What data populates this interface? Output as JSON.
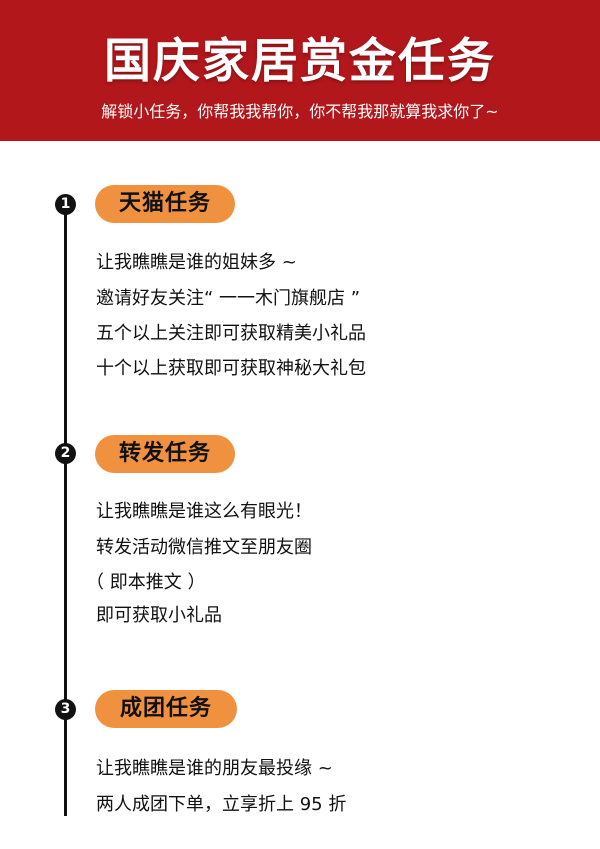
{
  "header": {
    "title": "国庆家居赏金任务",
    "subtitle": "解锁小任务，你帮我我帮你，你不帮我那就算我求你了~",
    "background_color": "#b2171b"
  },
  "tasks": [
    {
      "number": "1",
      "title": "天猫任务",
      "lines": [
        "让我瞧瞧是谁的姐妹多 ~",
        "邀请好友关注“ 一一木门旗舰店 ”",
        "五个以上关注即可获取精美小礼品",
        "十个以上获取即可获取神秘大礼包"
      ]
    },
    {
      "number": "2",
      "title": "转发任务",
      "lines": [
        "让我瞧瞧是谁这么有眼光！",
        "转发活动微信推文至朋友圈",
        "（ 即本推文 ）",
        "即可获取小礼品"
      ]
    },
    {
      "number": "3",
      "title": "成团任务",
      "lines": [
        "让我瞧瞧是谁的朋友最投缘 ~",
        "两人成团下单，立享折上 95 折"
      ]
    }
  ],
  "colors": {
    "pill": "#f0913f",
    "timeline": "#111111"
  }
}
